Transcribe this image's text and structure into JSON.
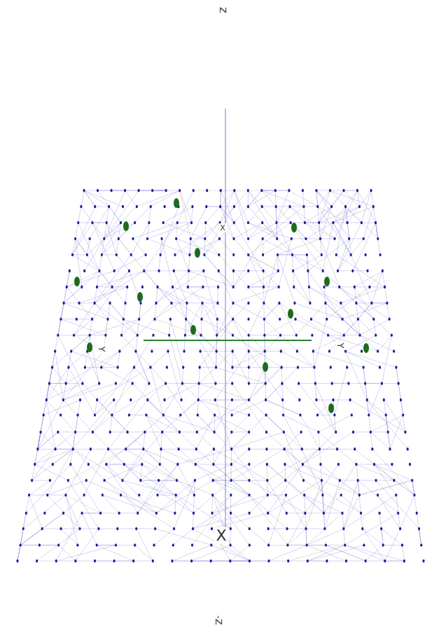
{
  "diagram": {
    "labels": [
      "Z",
      "X",
      "Y",
      "Y",
      "X",
      "-Z"
    ]
  }
}
